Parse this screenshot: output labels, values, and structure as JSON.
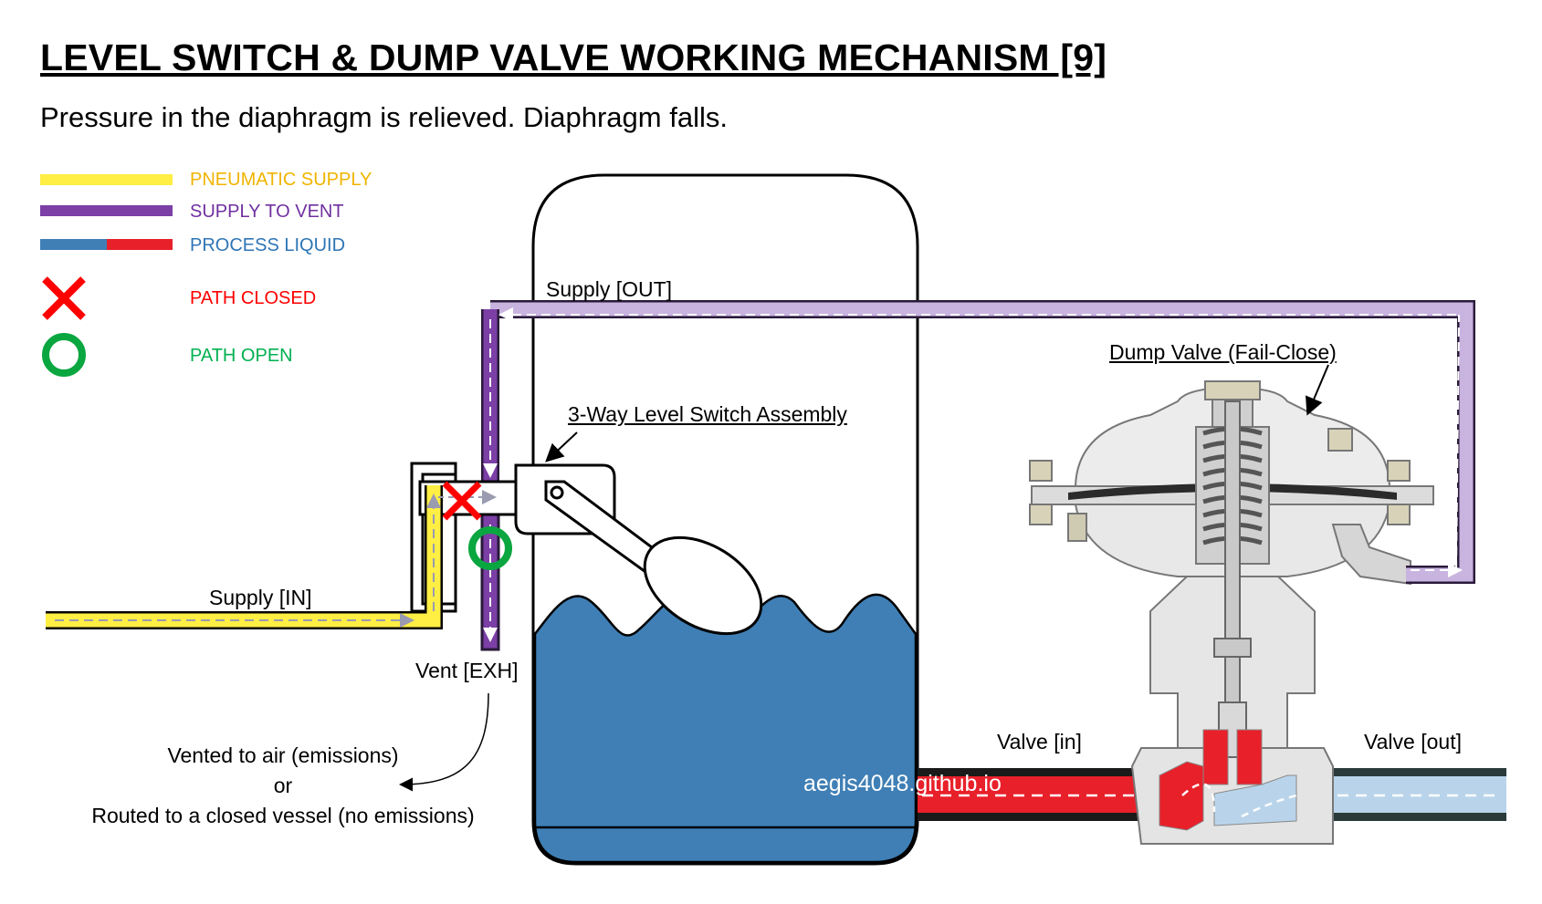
{
  "title": "LEVEL SWITCH & DUMP VALVE WORKING MECHANISM [9]",
  "subtitle": "Pressure in the diaphragm is relieved. Diaphragm falls.",
  "legend": {
    "pneumatic_supply": "PNEUMATIC SUPPLY",
    "supply_to_vent": "SUPPLY TO VENT",
    "process_liquid": "PROCESS LIQUID",
    "path_closed": "PATH CLOSED",
    "path_open": "PATH OPEN"
  },
  "labels": {
    "supply_out": "Supply [OUT]",
    "supply_in": "Supply [IN]",
    "vent_exh": "Vent [EXH]",
    "level_switch": "3-Way Level Switch Assembly",
    "dump_valve": "Dump Valve (Fail-Close)",
    "valve_in": "Valve [in]",
    "valve_out": "Valve [out]"
  },
  "vent_note": {
    "line1": "Vented to air (emissions)",
    "line2": "or",
    "line3": "Routed to a closed vessel (no emissions)"
  },
  "watermark": "aegis4048.github.io",
  "colors": {
    "pneumatic": "#ffee44",
    "vent": "#7b3fa6",
    "vent_light": "#c9b4e0",
    "liquid_blue": "#3f7fb5",
    "liquid_red": "#e8202a",
    "liquid_light_blue": "#b9d4ea",
    "closed_x": "#ff0000",
    "open_o": "#0aa640",
    "legend_yellow_text": "#f0b400",
    "legend_purple_text": "#7030a0",
    "legend_blue_text": "#2e75b6",
    "legend_red_text": "#ff0000",
    "legend_green_text": "#00b050"
  },
  "icons": {
    "closed": "x-mark-icon",
    "open": "circle-icon"
  }
}
